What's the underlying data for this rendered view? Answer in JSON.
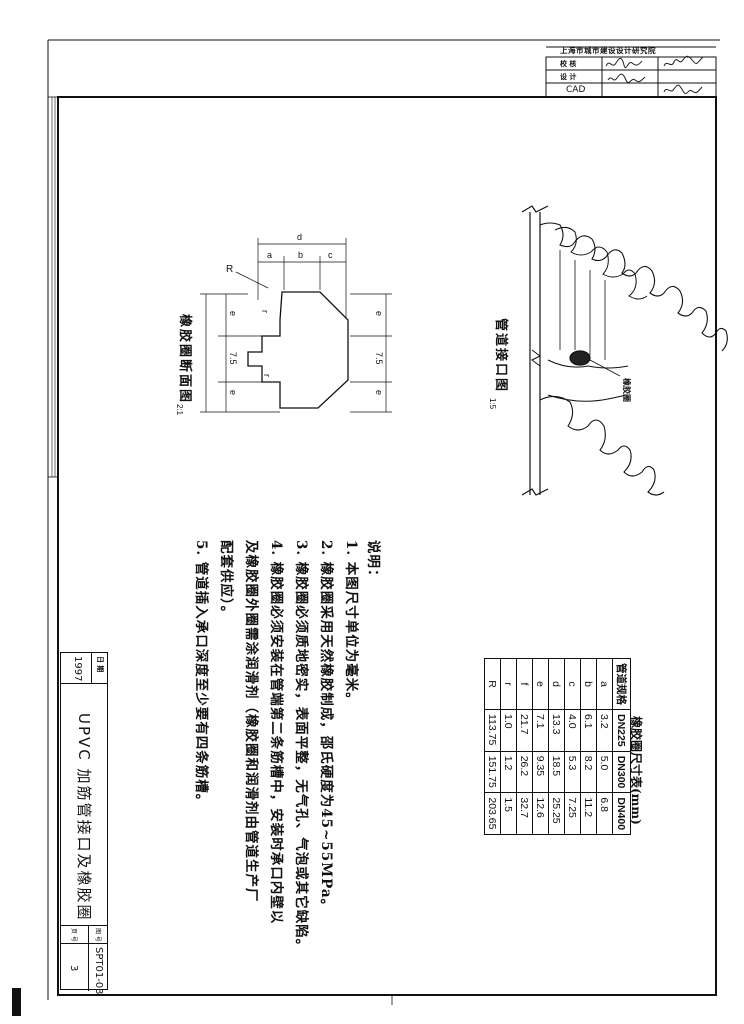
{
  "title_block_top": {
    "institute": "上海市城市建设设计研究院",
    "row1_label": "校 核",
    "row2_label": "设 计",
    "row3_label": "CAD",
    "signatures": [
      "签名",
      "签名",
      "签名",
      "签名"
    ]
  },
  "pipe_joint_figure": {
    "title": "管道接口图",
    "scale": "1:5",
    "callout": "橡胶圈"
  },
  "ring_section_figure": {
    "title": "橡胶圈断面图",
    "scale": "2:1",
    "dims": {
      "d": "d",
      "a": "a",
      "b": "b",
      "c": "c",
      "R": "R",
      "e1": "e",
      "e2": "e",
      "e3": "e",
      "e4": "e",
      "r1": "r",
      "r2": "r",
      "m1": "7.5",
      "m2": "7.5"
    }
  },
  "notes": {
    "heading": "说明：",
    "lines": [
      "1. 本图尺寸单位为毫米。",
      "2. 橡胶圈采用天然橡胶制成，邵氏硬度为45~55MPa。",
      "3. 橡胶圈必须质地密实，表面平整，无气孔、气泡或其它缺陷。",
      "4. 橡胶圈必须安装在管端第二条筋槽中，安装时承口内壁以",
      "   及橡胶圈外圈需涂润滑剂（橡胶圈和润滑剂由管道生产厂",
      "   配套供应）。",
      "5. 管道插入承口深度至少要有四条筋槽。"
    ]
  },
  "size_table": {
    "title": "橡胶圈尺寸表(mm)",
    "header": [
      "管道规格",
      "DN225",
      "DN300",
      "DN400"
    ],
    "rows": [
      [
        "a",
        "3.2",
        "5.0",
        "6.8"
      ],
      [
        "b",
        "6.1",
        "8.2",
        "11.2"
      ],
      [
        "c",
        "4.0",
        "5.3",
        "7.25"
      ],
      [
        "d",
        "13.3",
        "18.5",
        "25.25"
      ],
      [
        "e",
        "7.1",
        "9.35",
        "12.6"
      ],
      [
        "f",
        "21.7",
        "26.2",
        "32.7"
      ],
      [
        "r",
        "1.0",
        "1.2",
        "1.5"
      ],
      [
        "R",
        "113.75",
        "151.75",
        "203.65"
      ]
    ]
  },
  "title_block_bottom": {
    "label_date": "日 期",
    "year": "1997",
    "drawing_title": "UPVC 加筋管接口及橡胶圈",
    "label_drawing_no": "图 号",
    "drawing_no": "SPT01-03",
    "label_page": "页 号",
    "page": "3"
  }
}
